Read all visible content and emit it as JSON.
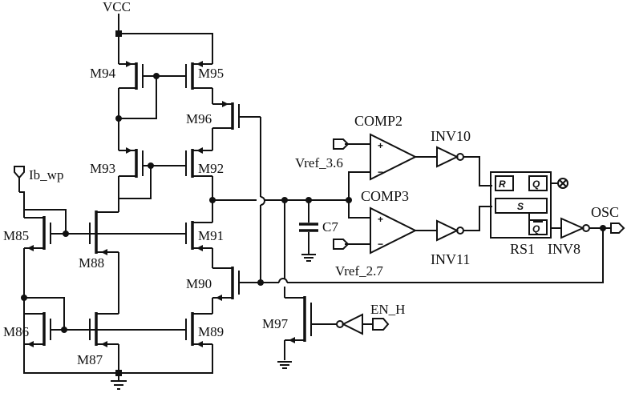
{
  "labels": {
    "vcc": "VCC",
    "ib_wp": "Ib_wp",
    "m94": "M94",
    "m95": "M95",
    "m96": "M96",
    "m93": "M93",
    "m92": "M92",
    "m85": "M85",
    "m88": "M88",
    "m91": "M91",
    "m90": "M90",
    "m86": "M86",
    "m87": "M87",
    "m89": "M89",
    "m97": "M97",
    "c7": "C7",
    "comp2": "COMP2",
    "comp3": "COMP3",
    "vref_hi": "Vref_3.6",
    "vref_lo": "Vref_2.7",
    "inv10": "INV10",
    "inv11": "INV11",
    "rs1": "RS1",
    "inv8": "INV8",
    "osc": "OSC",
    "en_h": "EN_H"
  },
  "pins": {
    "r": "R",
    "s": "S",
    "q": "Q",
    "qbar": "Q",
    "plus_top": "+",
    "minus_top": "−",
    "plus_bot": "+",
    "minus_bot": "−"
  }
}
